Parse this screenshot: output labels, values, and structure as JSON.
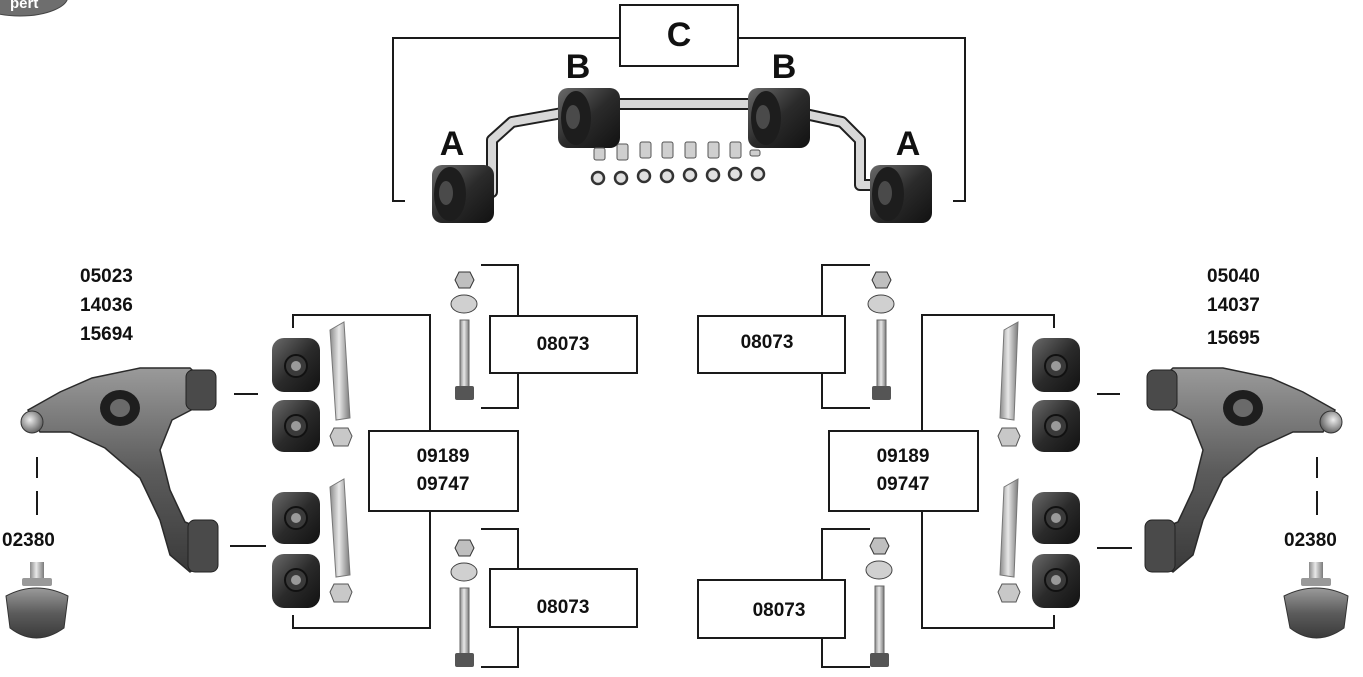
{
  "brand_badge": "pert",
  "stabilizer": {
    "group_label": "C",
    "outer_bush_label": "A",
    "inner_bush_label": "B"
  },
  "left_arm": {
    "part_numbers": [
      "05023",
      "14036",
      "15694"
    ],
    "ball_joint": "02380",
    "bushing_kit": [
      "09189",
      "09747"
    ],
    "bolt_upper": "08073",
    "bolt_lower": "08073"
  },
  "right_arm": {
    "part_numbers": [
      "05040",
      "14037",
      "15695"
    ],
    "ball_joint": "02380",
    "bushing_kit": [
      "09189",
      "09747"
    ],
    "bolt_upper": "08073",
    "bolt_lower": "08073"
  }
}
